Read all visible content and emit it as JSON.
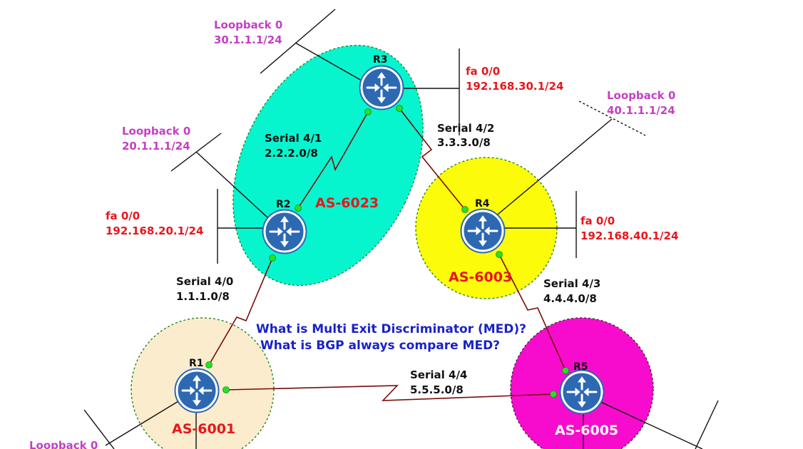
{
  "colors": {
    "as6023": "#06f5cf",
    "as6003": "#fcfc0a",
    "as6001": "#fbeccd",
    "as6005": "#f70ccd",
    "serial_link": "#7a0a0a",
    "interface_label": "#e8161b",
    "loopback_label": "#c43fc4",
    "question": "#1a22c8",
    "router_fill": "#2d68b3"
  },
  "routers": {
    "r1": "R1",
    "r2": "R2",
    "r3": "R3",
    "r4": "R4",
    "r5": "R5"
  },
  "as_labels": {
    "as6023": "AS-6023",
    "as6003": "AS-6003",
    "as6001": "AS-6001",
    "as6005": "AS-6005"
  },
  "loopbacks": {
    "r3": {
      "name": "Loopback 0",
      "address": "30.1.1.1/24"
    },
    "r2": {
      "name": "Loopback 0",
      "address": "20.1.1.1/24"
    },
    "r4": {
      "name": "Loopback 0",
      "address": "40.1.1.1/24"
    },
    "r1": {
      "name": "Loopback 0",
      "address": ""
    },
    "r5": {
      "name": "",
      "address": ""
    }
  },
  "fast_ethernet": {
    "r3": {
      "name": "fa 0/0",
      "address": "192.168.30.1/24"
    },
    "r2": {
      "name": "fa 0/0",
      "address": "192.168.20.1/24"
    },
    "r4": {
      "name": "fa 0/0",
      "address": "192.168.40.1/24"
    }
  },
  "serial_links": {
    "s41": {
      "name": "Serial 4/1",
      "network": "2.2.2.0/8"
    },
    "s42": {
      "name": "Serial 4/2",
      "network": "3.3.3.0/8"
    },
    "s40": {
      "name": "Serial 4/0",
      "network": "1.1.1.0/8"
    },
    "s43": {
      "name": "Serial 4/3",
      "network": "4.4.4.0/8"
    },
    "s44": {
      "name": "Serial 4/4",
      "network": "5.5.5.0/8"
    }
  },
  "questions": {
    "q1": "What is Multi Exit Discriminator (MED)?",
    "q2": "What is BGP always compare MED?"
  }
}
